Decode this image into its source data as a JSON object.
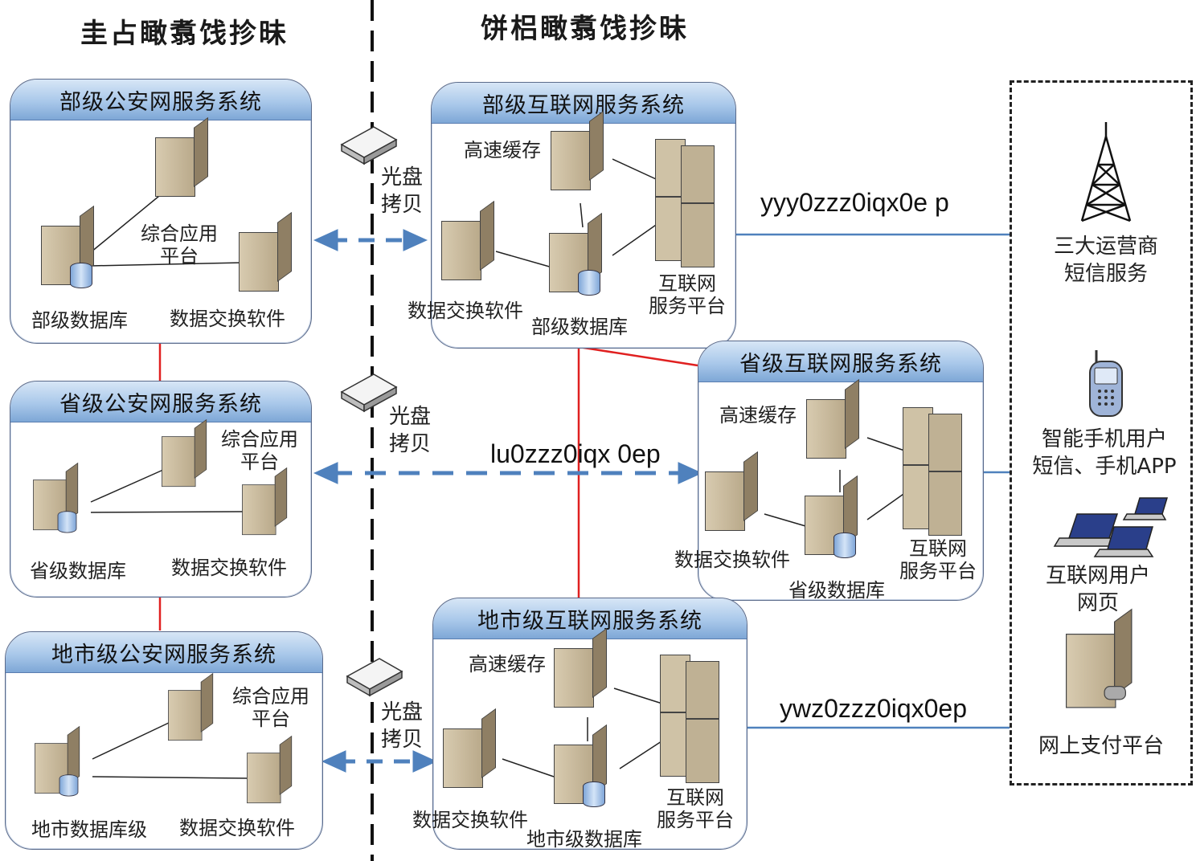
{
  "headings": {
    "left": "圭占瞰翥饯抮昧",
    "right": "饼梠瞰翥饯抮昧"
  },
  "panels": {
    "ministry_police": {
      "title": "部级公安网服务系统",
      "app_label": "综合应用\n平台",
      "db_label": "部级数据库",
      "exchange_label": "数据交换软件"
    },
    "province_police": {
      "title": "省级公安网服务系统",
      "app_label": "综合应用\n平台",
      "db_label": "省级数据库",
      "exchange_label": "数据交换软件"
    },
    "city_police": {
      "title": "地市级公安网服务系统",
      "app_label": "综合应用\n平台",
      "db_label": "地市数据库级",
      "exchange_label": "数据交换软件"
    },
    "ministry_internet": {
      "title": "部级互联网服务系统",
      "cache_label": "高速缓存",
      "exchange_label": "数据交换软件",
      "db_label": "部级数据库",
      "platform_label": "互联网\n服务平台"
    },
    "province_internet": {
      "title": "省级互联网服务系统",
      "cache_label": "高速缓存",
      "exchange_label": "数据交换软件",
      "db_label": "省级数据库",
      "platform_label": "互联网\n服务平台"
    },
    "city_internet": {
      "title": "地市级互联网服务系统",
      "cache_label": "高速缓存",
      "exchange_label": "数据交换软件",
      "db_label": "地市级数据库",
      "platform_label": "互联网\n服务平台"
    }
  },
  "disc_copy_label": "光盘\n拷贝",
  "link_labels": {
    "top": "yyy0zzz0iqx0e p",
    "middle": "lu0zzz0iqx 0ep",
    "bottom": "ywz0zzz0iqx0ep"
  },
  "external": {
    "carrier": "三大运营商\n短信服务",
    "mobile": "智能手机用户\n短信、手机APP",
    "web": "互联网用户\n网页",
    "payment": "网上支付平台"
  },
  "colors": {
    "blue_link": "#4f81bd",
    "red_link": "#e02020",
    "title_bar": "#a9c8ea"
  }
}
